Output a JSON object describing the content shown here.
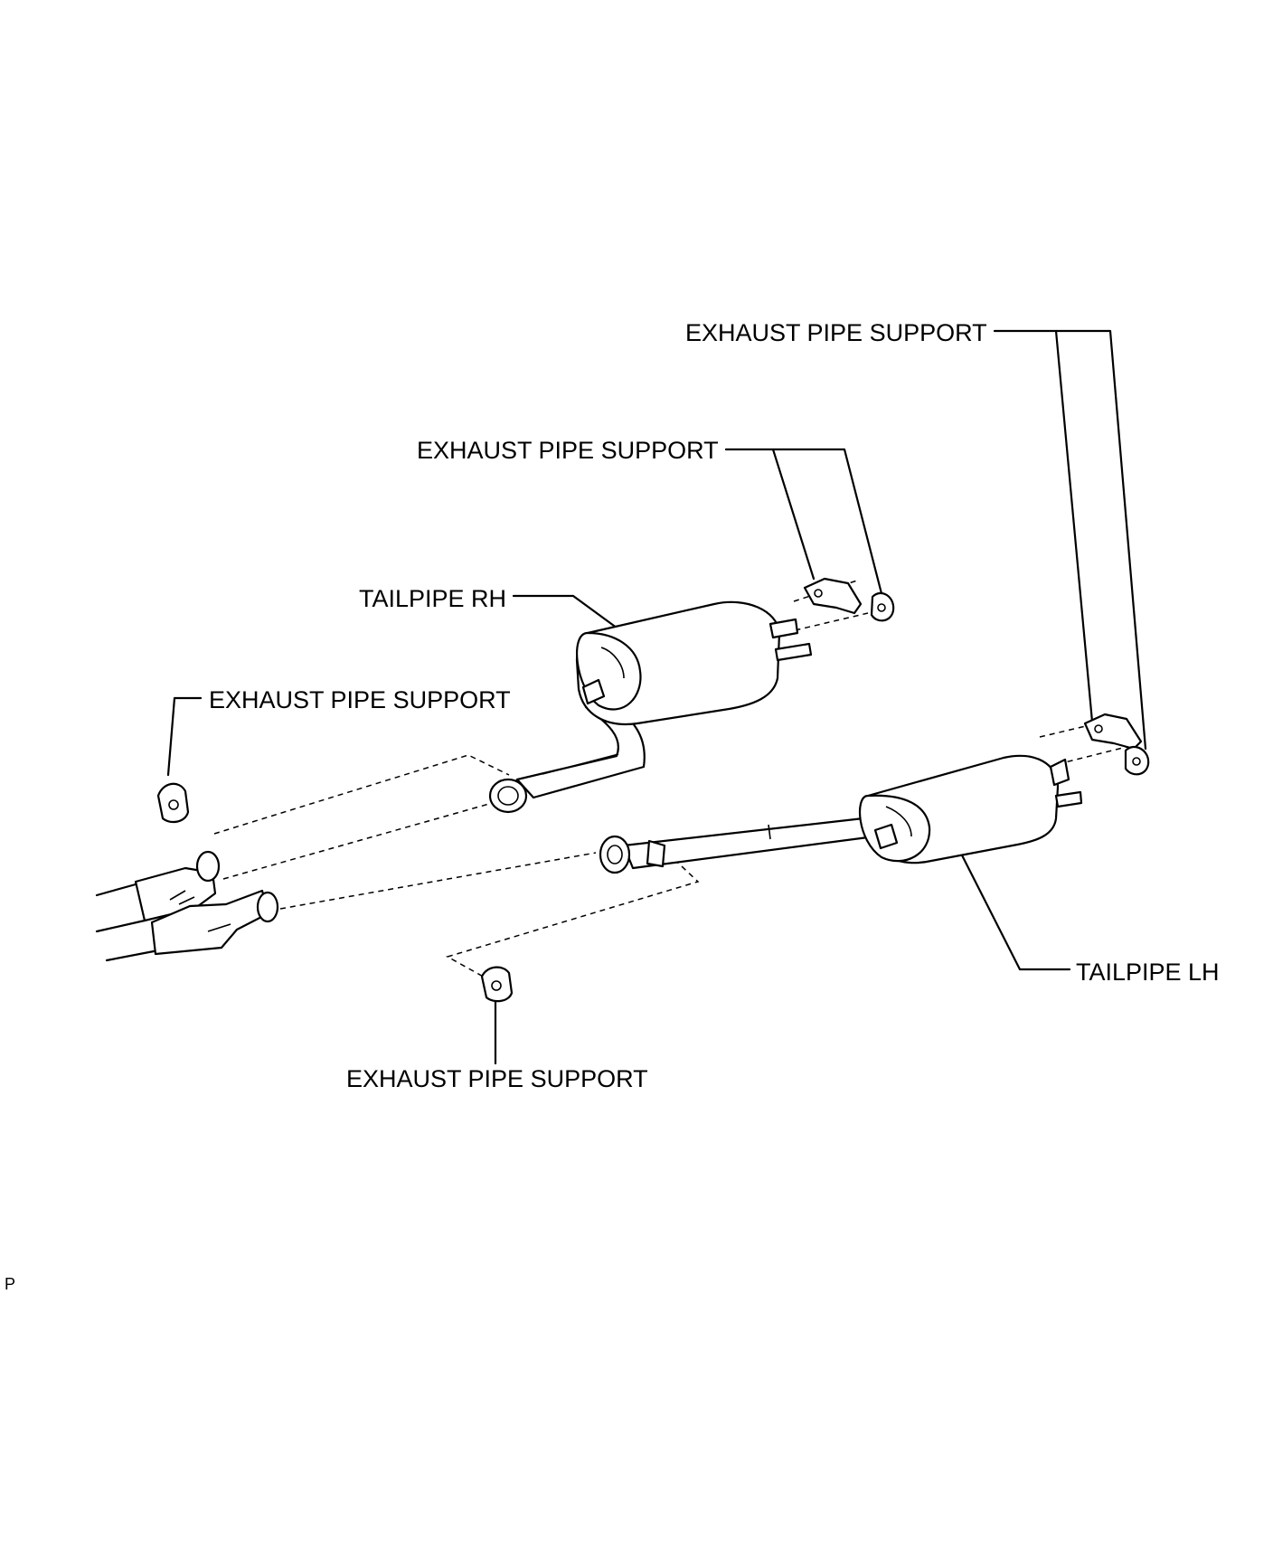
{
  "labels": {
    "support_top_right": "EXHAUST PIPE SUPPORT",
    "support_top_center": "EXHAUST PIPE SUPPORT",
    "tailpipe_rh": "TAILPIPE RH",
    "support_left": "EXHAUST PIPE SUPPORT",
    "tailpipe_lh": "TAILPIPE LH",
    "support_bottom": "EXHAUST PIPE SUPPORT",
    "corner_mark": "P"
  }
}
